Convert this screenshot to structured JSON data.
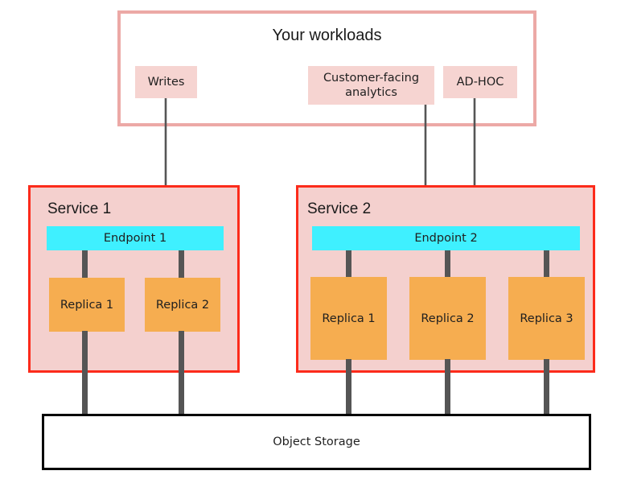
{
  "diagram": {
    "title": "Your workloads",
    "workloads": [
      {
        "id": "writes",
        "label": "Writes"
      },
      {
        "id": "customer-facing-analytics",
        "label": "Customer-facing\nanalytics"
      },
      {
        "id": "ad-hoc",
        "label": "AD-HOC"
      }
    ],
    "services": [
      {
        "id": "service-1",
        "label": "Service 1",
        "endpoint": "Endpoint 1",
        "replicas": [
          "Replica 1",
          "Replica 2"
        ]
      },
      {
        "id": "service-2",
        "label": "Service 2",
        "endpoint": "Endpoint 2",
        "replicas": [
          "Replica 1",
          "Replica 2",
          "Replica 3"
        ]
      }
    ],
    "storage": {
      "label": "Object Storage"
    },
    "colors": {
      "workloads_border": "#eca9a6",
      "workload_chip": "#f6d4d1",
      "service_border": "#fc2b1b",
      "service_fill": "#f4d0ce",
      "endpoint": "#3ff0ff",
      "replica": "#f6ad50",
      "connector": "#555555",
      "storage_border": "#000000",
      "background": "#ffffff"
    },
    "connections": [
      {
        "from": "writes",
        "to": "Endpoint 1",
        "kind": "arrow"
      },
      {
        "from": "customer-facing-analytics",
        "to": "Endpoint 2",
        "kind": "arrow"
      },
      {
        "from": "ad-hoc",
        "to": "Endpoint 2",
        "kind": "arrow"
      },
      {
        "from": "Endpoint 1",
        "to": "Service 1 / Replica 1",
        "kind": "link"
      },
      {
        "from": "Endpoint 1",
        "to": "Service 1 / Replica 2",
        "kind": "link"
      },
      {
        "from": "Endpoint 2",
        "to": "Service 2 / Replica 1",
        "kind": "link"
      },
      {
        "from": "Endpoint 2",
        "to": "Service 2 / Replica 2",
        "kind": "link"
      },
      {
        "from": "Endpoint 2",
        "to": "Service 2 / Replica 3",
        "kind": "link"
      },
      {
        "from": "Service 1 / Replica 1",
        "to": "Object Storage",
        "kind": "link"
      },
      {
        "from": "Service 1 / Replica 2",
        "to": "Object Storage",
        "kind": "link"
      },
      {
        "from": "Service 2 / Replica 1",
        "to": "Object Storage",
        "kind": "link"
      },
      {
        "from": "Service 2 / Replica 2",
        "to": "Object Storage",
        "kind": "link"
      },
      {
        "from": "Service 2 / Replica 3",
        "to": "Object Storage",
        "kind": "link"
      }
    ]
  }
}
